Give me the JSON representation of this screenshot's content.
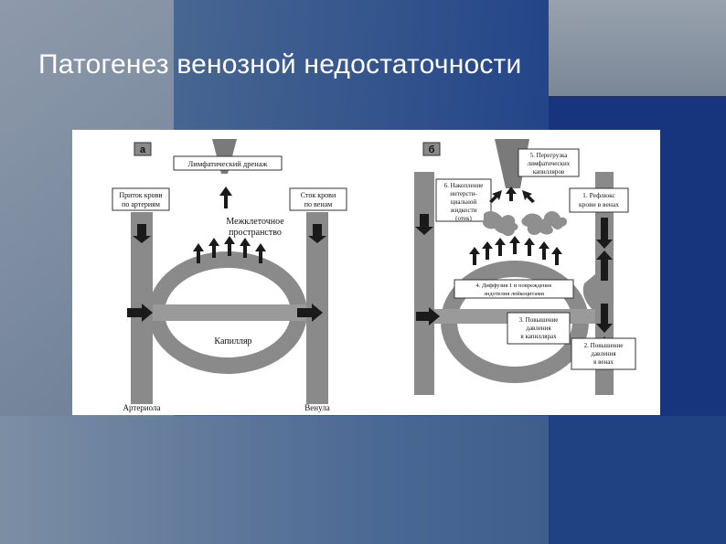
{
  "slide": {
    "title": "Патогенез венозной недостаточности"
  },
  "diagram": {
    "panel_a": {
      "letter": "а",
      "lymph_drainage": "Лимфатический дренаж",
      "inflow": [
        "Приток крови",
        "по артериям"
      ],
      "outflow": [
        "Сток крови",
        "по венам"
      ],
      "interstitial": [
        "Межклеточное",
        "пространство"
      ],
      "capillary": "Капилляр",
      "arteriole": "Артериола",
      "venule": "Венула"
    },
    "panel_b": {
      "letter": "б",
      "step5": [
        "5. Перегрузка",
        "лимфатических",
        "капилляров"
      ],
      "step6": [
        "6. Накопление",
        "интерсти-",
        "циальной",
        "жидкости",
        "(отек)"
      ],
      "step1": [
        "1. Рефлюкс",
        "крови в венах"
      ],
      "step4": [
        "4. Диффузия 1 и повреждение",
        "эндотелия лейкоцитами"
      ],
      "step3": [
        "3. Повышение",
        "давления",
        "в капиллярах"
      ],
      "step2": [
        "2. Повышение",
        "давления",
        "в венах"
      ]
    },
    "colors": {
      "vessel": "#8a8a8a",
      "vessel_dark": "#6e6e6e",
      "arrow": "#1a1a1a",
      "background_blue": "#1c3a7a"
    }
  }
}
